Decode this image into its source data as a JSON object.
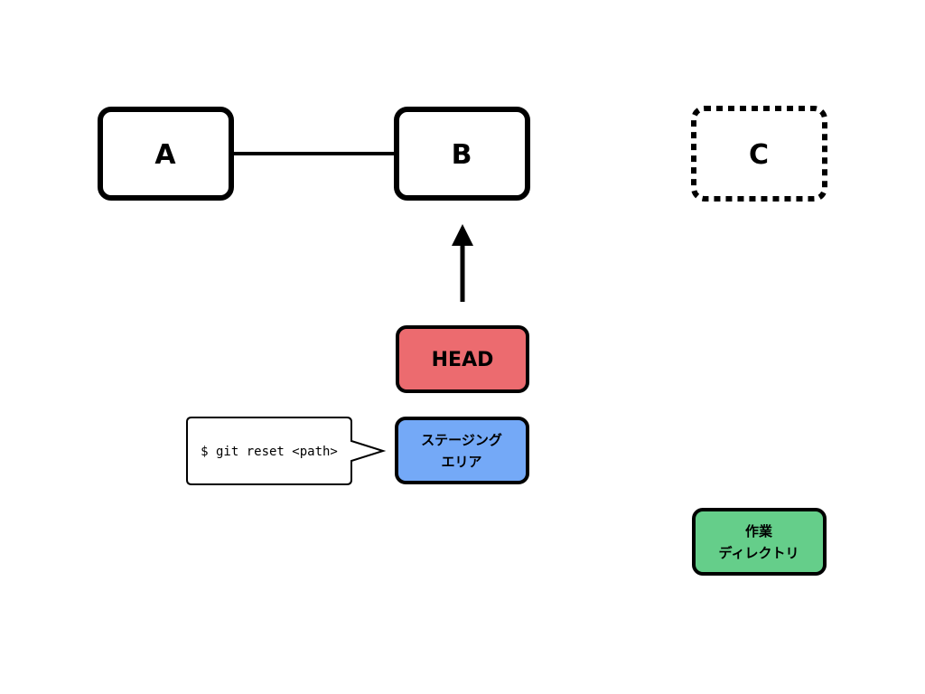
{
  "commits": [
    {
      "id": "commit-a",
      "label": "A"
    },
    {
      "id": "commit-b",
      "label": "B"
    },
    {
      "id": "commit-c",
      "label": "C"
    }
  ],
  "head": {
    "label": "HEAD",
    "color": "#ec6b6f"
  },
  "staging_area": {
    "line1": "ステージング",
    "line2": "エリア",
    "color": "#74a9f7"
  },
  "working_directory": {
    "line1": "作業",
    "line2": "ディレクトリ",
    "color": "#65ce8a"
  },
  "command": {
    "text": "$ git reset <path>"
  }
}
